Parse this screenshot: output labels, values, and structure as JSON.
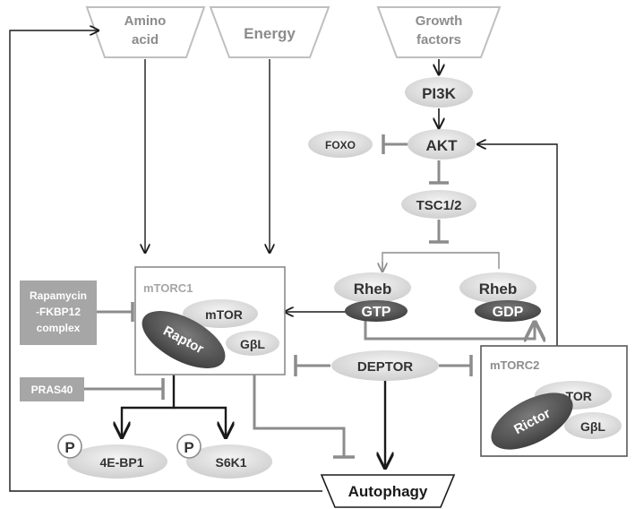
{
  "inputs": {
    "amino_line1": "Amino",
    "amino_line2": "acid",
    "energy": "Energy",
    "growth_line1": "Growth",
    "growth_line2": "factors"
  },
  "nodes": {
    "pi3k": "PI3K",
    "akt": "AKT",
    "foxo": "FOXO",
    "tsc": "TSC1/2",
    "rheb_gtp_top": "Rheb",
    "rheb_gtp_bottom": "GTP",
    "rheb_gdp_top": "Rheb",
    "rheb_gdp_bottom": "GDP",
    "deptor": "DEPTOR",
    "autophagy": "Autophagy",
    "eif": "4E-BP1",
    "s6k": "S6K1",
    "phospho": "P"
  },
  "complexes": {
    "mtorc1": {
      "label": "mTORC1",
      "mtor": "mTOR",
      "raptor": "Raptor",
      "gbl": "GβL"
    },
    "mtorc2": {
      "label": "mTORC2",
      "mtor": "mTOR",
      "rictor": "Rictor",
      "gbl": "GβL"
    }
  },
  "inhibitors": {
    "rapamycin_line1": "Rapamycin",
    "rapamycin_line2": "-FKBP12",
    "rapamycin_line3": "complex",
    "pras40": "PRAS40"
  },
  "colors": {
    "light_oval": "#d9d9d9",
    "dark_oval": "#595959",
    "gray_line": "#8c8c8c",
    "gray_box": "#a6a6a6",
    "black": "#1a1a1a"
  }
}
